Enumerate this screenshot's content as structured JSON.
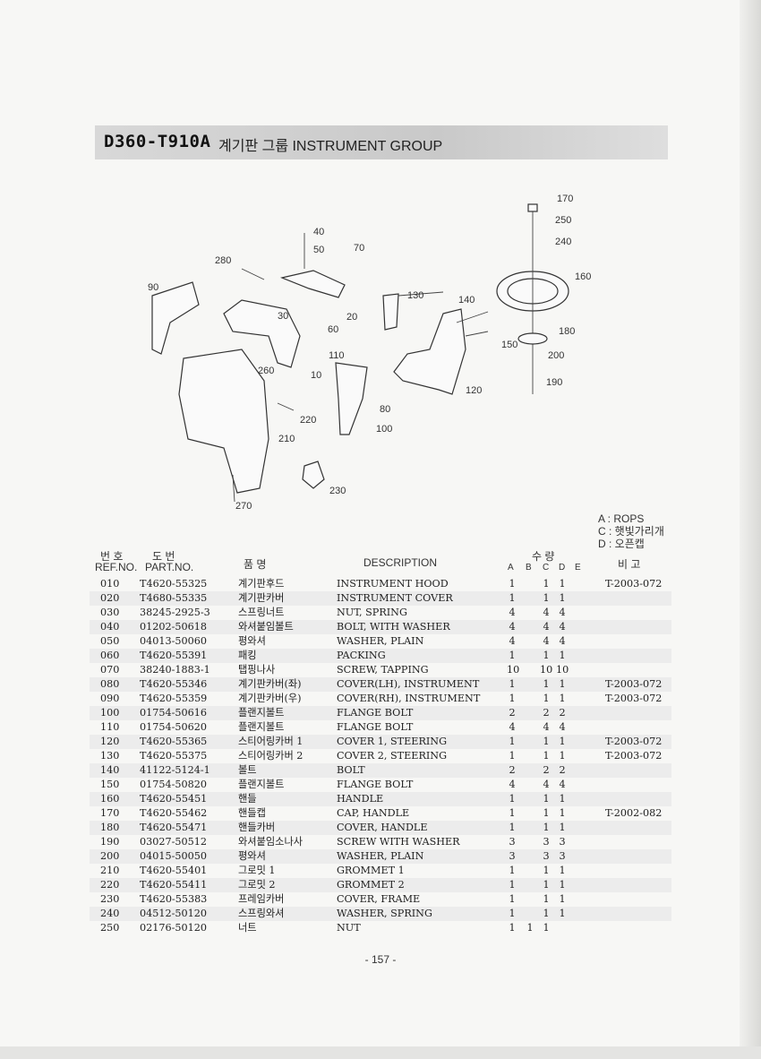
{
  "header": {
    "code": "D360-T910A",
    "title": "계기판 그룹  INSTRUMENT GROUP"
  },
  "diagram": {
    "callouts": [
      "170",
      "250",
      "240",
      "160",
      "180",
      "200",
      "190",
      "150",
      "140",
      "130",
      "120",
      "40",
      "50",
      "70",
      "280",
      "90",
      "30",
      "20",
      "60",
      "110",
      "10",
      "260",
      "80",
      "100",
      "220",
      "210",
      "230",
      "270"
    ]
  },
  "legend": [
    "A : ROPS",
    "C : 햇빛가리개",
    "D : 오픈캡"
  ],
  "table": {
    "headers": {
      "ref_kor": "번 호",
      "ref_eng": "REF.NO.",
      "part_kor": "도    번",
      "part_eng": "PART.NO.",
      "name_kor": "품      명",
      "desc": "DESCRIPTION",
      "qty_kor": "수    량",
      "qty_cols": [
        "A",
        "B",
        "C",
        "D",
        "E"
      ],
      "note_kor": "비  고"
    },
    "rows": [
      {
        "ref": "010",
        "part": "T4620-55325",
        "kor": "계기판후드",
        "desc": "INSTRUMENT HOOD",
        "a": "1",
        "b": "",
        "c": "1",
        "d": "1",
        "note": "T-2003-072"
      },
      {
        "ref": "020",
        "part": "T4680-55335",
        "kor": "계기판카버",
        "desc": "INSTRUMENT COVER",
        "a": "1",
        "b": "",
        "c": "1",
        "d": "1",
        "note": ""
      },
      {
        "ref": "030",
        "part": "38245-2925-3",
        "kor": "스프링너트",
        "desc": "NUT, SPRING",
        "a": "4",
        "b": "",
        "c": "4",
        "d": "4",
        "note": ""
      },
      {
        "ref": "040",
        "part": "01202-50618",
        "kor": "와셔붙임볼트",
        "desc": "BOLT, WITH WASHER",
        "a": "4",
        "b": "",
        "c": "4",
        "d": "4",
        "note": ""
      },
      {
        "ref": "050",
        "part": "04013-50060",
        "kor": "평와셔",
        "desc": "WASHER, PLAIN",
        "a": "4",
        "b": "",
        "c": "4",
        "d": "4",
        "note": ""
      },
      {
        "ref": "060",
        "part": "T4620-55391",
        "kor": "패킹",
        "desc": "PACKING",
        "a": "1",
        "b": "",
        "c": "1",
        "d": "1",
        "note": ""
      },
      {
        "ref": "070",
        "part": "38240-1883-1",
        "kor": "탭핑나사",
        "desc": "SCREW, TAPPING",
        "a": "10",
        "b": "",
        "c": "10",
        "d": "10",
        "note": ""
      },
      {
        "ref": "080",
        "part": "T4620-55346",
        "kor": "계기판카버(좌)",
        "desc": "COVER(LH), INSTRUMENT",
        "a": "1",
        "b": "",
        "c": "1",
        "d": "1",
        "note": "T-2003-072"
      },
      {
        "ref": "090",
        "part": "T4620-55359",
        "kor": "계기판카버(우)",
        "desc": "COVER(RH), INSTRUMENT",
        "a": "1",
        "b": "",
        "c": "1",
        "d": "1",
        "note": "T-2003-072"
      },
      {
        "ref": "100",
        "part": "01754-50616",
        "kor": "플랜지볼트",
        "desc": "FLANGE BOLT",
        "a": "2",
        "b": "",
        "c": "2",
        "d": "2",
        "note": ""
      },
      {
        "ref": "110",
        "part": "01754-50620",
        "kor": "플랜지볼트",
        "desc": "FLANGE BOLT",
        "a": "4",
        "b": "",
        "c": "4",
        "d": "4",
        "note": ""
      },
      {
        "ref": "120",
        "part": "T4620-55365",
        "kor": "스티어링카버 1",
        "desc": "COVER 1, STEERING",
        "a": "1",
        "b": "",
        "c": "1",
        "d": "1",
        "note": "T-2003-072"
      },
      {
        "ref": "130",
        "part": "T4620-55375",
        "kor": "스티어링카버 2",
        "desc": "COVER 2, STEERING",
        "a": "1",
        "b": "",
        "c": "1",
        "d": "1",
        "note": "T-2003-072"
      },
      {
        "ref": "140",
        "part": "41122-5124-1",
        "kor": "볼트",
        "desc": "BOLT",
        "a": "2",
        "b": "",
        "c": "2",
        "d": "2",
        "note": ""
      },
      {
        "ref": "150",
        "part": "01754-50820",
        "kor": "플랜지볼트",
        "desc": "FLANGE BOLT",
        "a": "4",
        "b": "",
        "c": "4",
        "d": "4",
        "note": ""
      },
      {
        "ref": "160",
        "part": "T4620-55451",
        "kor": "핸들",
        "desc": "HANDLE",
        "a": "1",
        "b": "",
        "c": "1",
        "d": "1",
        "note": ""
      },
      {
        "ref": "170",
        "part": "T4620-55462",
        "kor": "핸들캡",
        "desc": "CAP, HANDLE",
        "a": "1",
        "b": "",
        "c": "1",
        "d": "1",
        "note": "T-2002-082"
      },
      {
        "ref": "180",
        "part": "T4620-55471",
        "kor": "핸들카버",
        "desc": "COVER, HANDLE",
        "a": "1",
        "b": "",
        "c": "1",
        "d": "1",
        "note": ""
      },
      {
        "ref": "190",
        "part": "03027-50512",
        "kor": "와셔붙임소나사",
        "desc": "SCREW WITH WASHER",
        "a": "3",
        "b": "",
        "c": "3",
        "d": "3",
        "note": ""
      },
      {
        "ref": "200",
        "part": "04015-50050",
        "kor": "평와셔",
        "desc": "WASHER, PLAIN",
        "a": "3",
        "b": "",
        "c": "3",
        "d": "3",
        "note": ""
      },
      {
        "ref": "210",
        "part": "T4620-55401",
        "kor": "그로밋 1",
        "desc": "GROMMET 1",
        "a": "1",
        "b": "",
        "c": "1",
        "d": "1",
        "note": ""
      },
      {
        "ref": "220",
        "part": "T4620-55411",
        "kor": "그로밋 2",
        "desc": "GROMMET 2",
        "a": "1",
        "b": "",
        "c": "1",
        "d": "1",
        "note": ""
      },
      {
        "ref": "230",
        "part": "T4620-55383",
        "kor": "프레임카버",
        "desc": "COVER, FRAME",
        "a": "1",
        "b": "",
        "c": "1",
        "d": "1",
        "note": ""
      },
      {
        "ref": "240",
        "part": "04512-50120",
        "kor": "스프링와셔",
        "desc": "WASHER, SPRING",
        "a": "1",
        "b": "",
        "c": "1",
        "d": "1",
        "note": ""
      },
      {
        "ref": "250",
        "part": "02176-50120",
        "kor": "너트",
        "desc": "NUT",
        "a": "1",
        "b": "1",
        "c": "1",
        "d": "",
        "note": ""
      }
    ]
  },
  "page_number": "- 157 -"
}
